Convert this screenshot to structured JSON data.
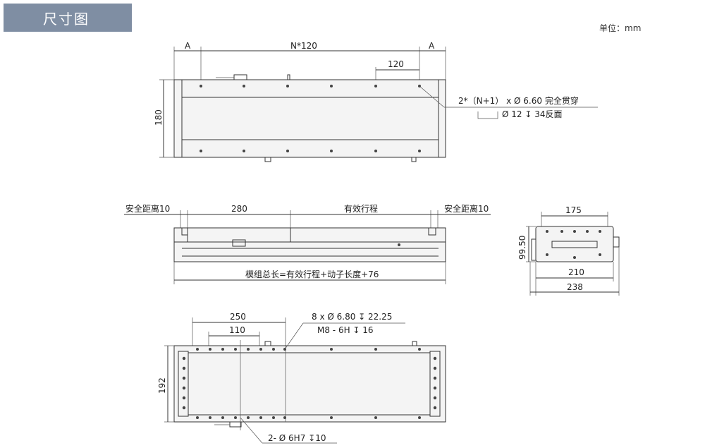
{
  "header": {
    "title": "尺寸图",
    "unit_label": "单位：mm"
  },
  "top_view": {
    "dim_a_left": "A",
    "dim_pitch_total": "N*120",
    "dim_a_right": "A",
    "dim_pitch": "120",
    "dim_height": "180",
    "callout_through_hole": "2*（N+1） x Ø 6.60 完全贯穿",
    "callout_counterbore": "Ø 12 ↧ 34反面"
  },
  "side_view": {
    "safety_left": "安全距离10",
    "dim_slider": "280",
    "effective_stroke": "有效行程",
    "safety_right": "安全距离10",
    "total_length": "模组总长=有效行程+动子长度+76"
  },
  "end_view": {
    "dim_top": "175",
    "dim_height": "99.50",
    "dim_inner": "210",
    "dim_outer": "238"
  },
  "bottom_view": {
    "dim_250": "250",
    "dim_110": "110",
    "dim_192": "192",
    "callout_holes": "8 x Ø  6.80 ↧ 22.25",
    "callout_thread": "M8 - 6H ↧ 16",
    "callout_pin": "2- Ø 6H7 ↧10"
  }
}
